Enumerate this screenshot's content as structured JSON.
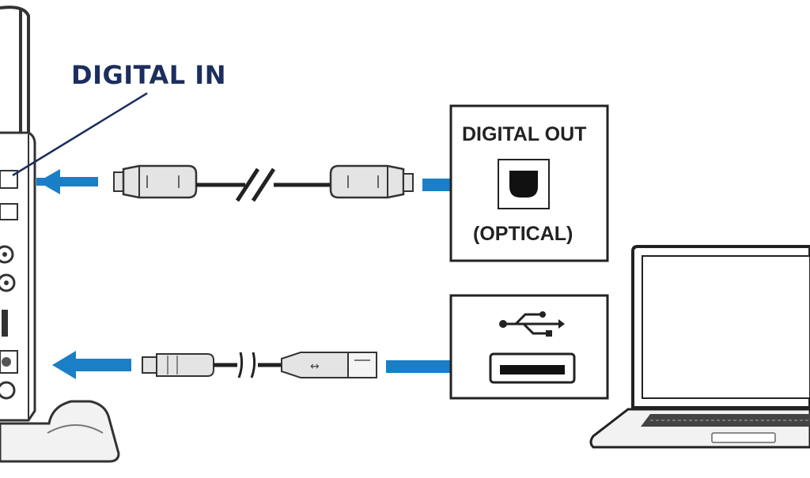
{
  "labels": {
    "digital_in": "DIGITAL IN",
    "digital_out": "DIGITAL OUT",
    "optical": "(OPTICAL)"
  },
  "icons": {
    "usb_symbol": "usb-icon",
    "optical_port": "optical-port-icon",
    "usb_port": "usb-a-port-icon"
  },
  "colors": {
    "arrow": "#1a7fc7",
    "label_dark_blue": "#1c2e5e",
    "line": "#222222",
    "plug_fill": "#e4e4e4"
  }
}
